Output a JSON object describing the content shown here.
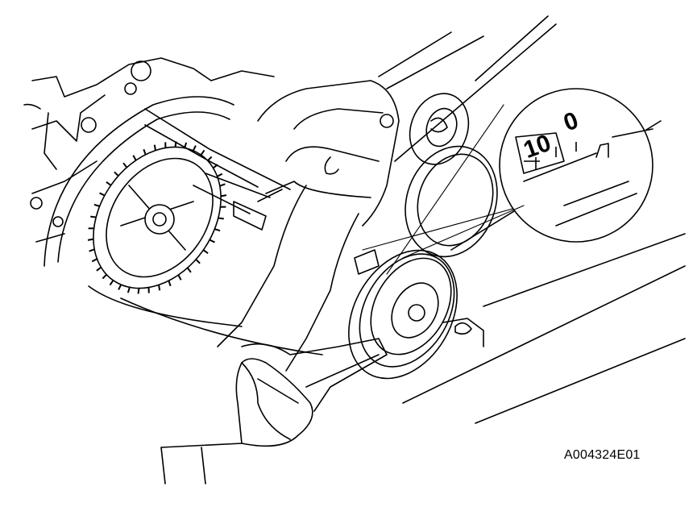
{
  "figure": {
    "code": "A004324E01",
    "mark_large": "10",
    "mark_small": "0"
  }
}
